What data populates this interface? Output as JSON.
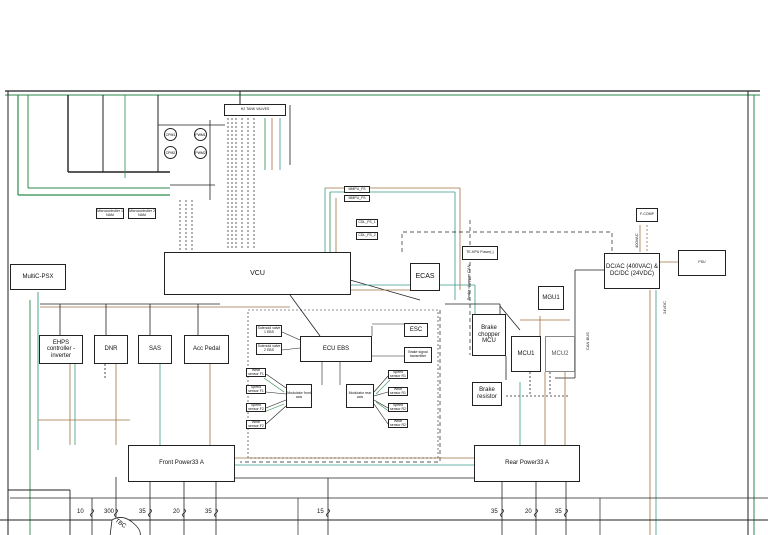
{
  "components": {
    "h2_tank_valves": "H2 TANK VALVES",
    "cpm1": "CPM1",
    "cpm2": "CPM2",
    "pwm1": "PWM1",
    "pwm2": "PWM2",
    "microcontroller1": "Microcontroller 1 NAM",
    "microcontroller2": "Microcontroller 2 NAM",
    "mmpu1": "MMPU_FS",
    "mmpu2": "MMPU_FS",
    "cdl1": "CDL_FS_1",
    "cdl2": "CDL_FS_2",
    "te_hpu": "TE-HPU Power(-)",
    "f_comp": "F-COMP",
    "vcu": "VCU",
    "ecas": "ECAS",
    "multic_psx": "MultiC-PSX",
    "mgu1": "MGU1",
    "dcac": "DC/AC (400VAC) & DC/DC (24VDC)",
    "psu": "PSU",
    "ehps": "EHPS controller - inverter",
    "dnr": "DNR",
    "sas": "SAS",
    "acc_pedal": "Acc Pedal",
    "solenoid1": "Solenoid valve 1 EBS",
    "solenoid2": "Solenoid valve 2 EBS",
    "ecu_ebs": "ECU EBS",
    "esc": "ESC",
    "brake_signal": "Brake signal transmitter",
    "brake_chopper": "Brake chopper MCU",
    "brake_resistor": "Brake resistor",
    "mcu1": "MCU1",
    "mcu2": "MCU2",
    "modulator_front": "Modulator front axis",
    "modulator_rear": "Modulator rear axis",
    "front_sensors": [
      "Wear sensor F1",
      "Speed sensor F1",
      "Speed sensor F2",
      "Wear sensor F2"
    ],
    "rear_sensors": [
      "Speed sensor R1",
      "Wear sensor R1",
      "Speed sensor R2",
      "Wear sensor R2"
    ],
    "front_power": "Front Power33 A",
    "rear_power": "Rear Power33 A"
  },
  "fuses": [
    "10",
    "300",
    "35",
    "20",
    "35",
    "15",
    "35",
    "20",
    "35"
  ],
  "tbc": "TBC",
  "wire_notes": {
    "can1": "CAN BUS",
    "can2": "Brake chopper CAN",
    "hv1": "400VAC",
    "hv2": "24VDC"
  }
}
